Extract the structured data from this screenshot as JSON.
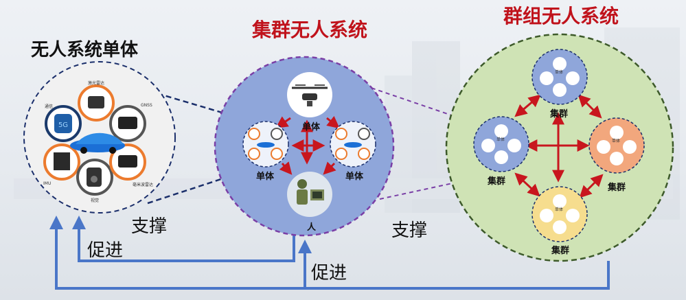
{
  "titles": {
    "single": "无人系统单体",
    "cluster": "集群无人系统",
    "group": "群组无人系统"
  },
  "single_unit": {
    "sensors": {
      "lidar": "激光雷达",
      "comm": "通信",
      "gnss": "GNSS",
      "imu": "IMU",
      "vision": "视觉",
      "radar": "毫米波雷达"
    }
  },
  "cluster_system": {
    "nodes": {
      "drone": "单体",
      "left_unit": "单体",
      "right_unit": "单体",
      "human": "人"
    }
  },
  "group_system": {
    "clusters": {
      "top": "集群",
      "left": "集群",
      "right": "集群",
      "bottom": "集群"
    },
    "mini_label": "单体"
  },
  "relations": {
    "support_left": "支撑",
    "promote_left": "促进",
    "support_right": "支撑",
    "promote_right": "促进"
  },
  "colors": {
    "cluster_fill": "#8fa6da",
    "group_fill": "#cfe3b5",
    "cluster_orange": "#f2a77d",
    "cluster_yellow": "#f6dd8e",
    "arrow_red": "#c8161e",
    "arrow_blue": "#4a76c8",
    "dash_purple": "#7a3fa6",
    "dash_navy": "#1b2f6b",
    "ring_orange": "#ec7b2e"
  }
}
